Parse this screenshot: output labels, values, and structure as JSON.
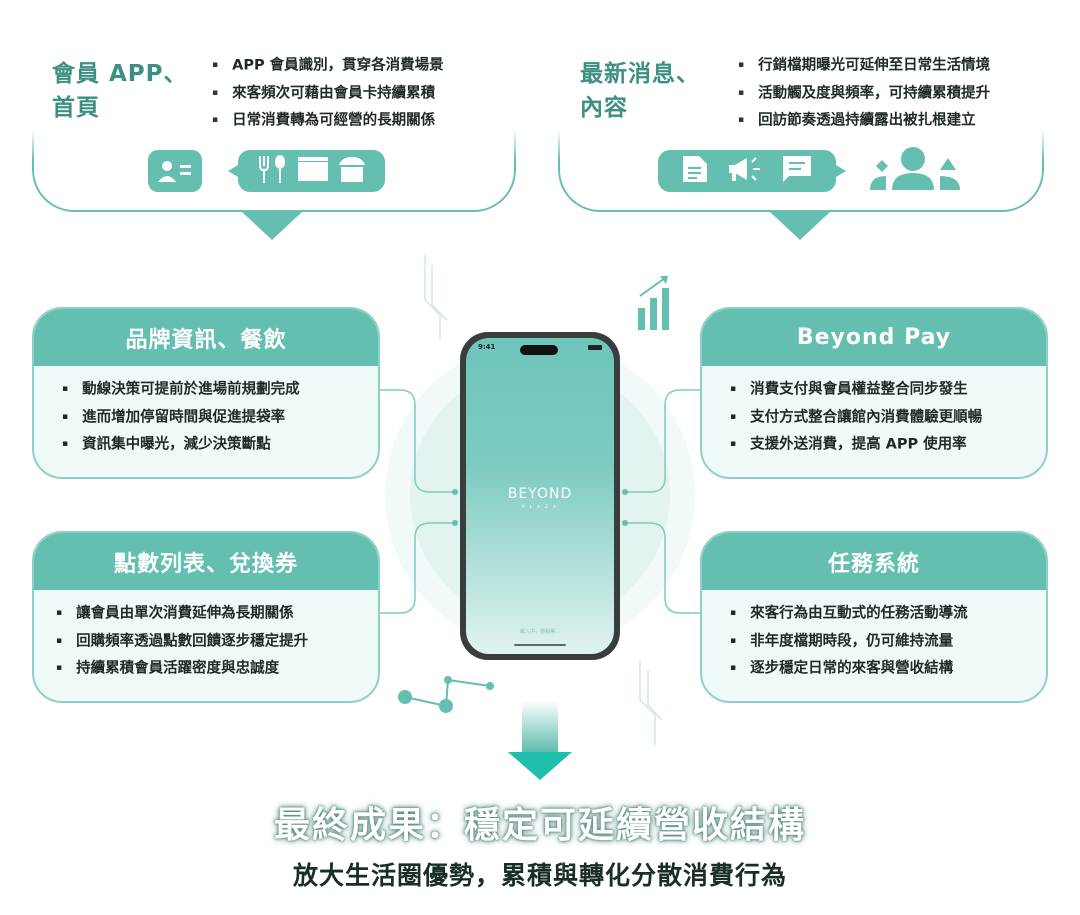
{
  "top_left": {
    "title_line1": "會員 APP、",
    "title_line2": "首頁",
    "bullets": [
      "APP 會員識別，貫穿各消費場景",
      "來客頻次可藉由會員卡持續累積",
      "日常消費轉為可經營的長期關係"
    ]
  },
  "top_right": {
    "title_line1": "最新消息、",
    "title_line2": "內容",
    "bullets": [
      "行銷檔期曝光可延伸至日常生活情境",
      "活動觸及度與頻率，可持續累積提升",
      "回訪節奏透過持續露出被扎根建立"
    ]
  },
  "cards": [
    {
      "title": "品牌資訊、餐飲",
      "bullets": [
        "動線決策可提前於進場前規劃完成",
        "進而增加停留時間與促進提袋率",
        "資訊集中曝光，減少決策斷點"
      ]
    },
    {
      "title": "點數列表、兌換券",
      "bullets": [
        "讓會員由單次消費延伸為長期關係",
        "回購頻率透過點數回饋逐步穩定提升",
        "持續累積會員活躍密度與忠誠度"
      ]
    },
    {
      "title": "Beyond Pay",
      "bullets": [
        "消費支付與會員權益整合同步發生",
        "支付方式整合讓館內消費體驗更順暢",
        "支援外送消費，提高 APP 使用率"
      ]
    },
    {
      "title": "任務系統",
      "bullets": [
        "來客行為由互動式的任務活動導流",
        "非年度檔期時段，仍可維持流量",
        "逐步穩定日常的來客與營收結構"
      ]
    }
  ],
  "phone": {
    "time": "9:41",
    "logo": "BEYOND",
    "logo_sub": "P L A Z A",
    "loading": "載入中，請稍等..."
  },
  "result": {
    "title": "最終成果：穩定可延續營收結構",
    "subtitle": "放大生活圈優勢，累積與轉化分散消費行為"
  },
  "colors": {
    "teal": "#64bfb1",
    "title_teal": "#3d8f81",
    "card_bg": "#eefaf8",
    "arrow": "#1fbfae"
  }
}
